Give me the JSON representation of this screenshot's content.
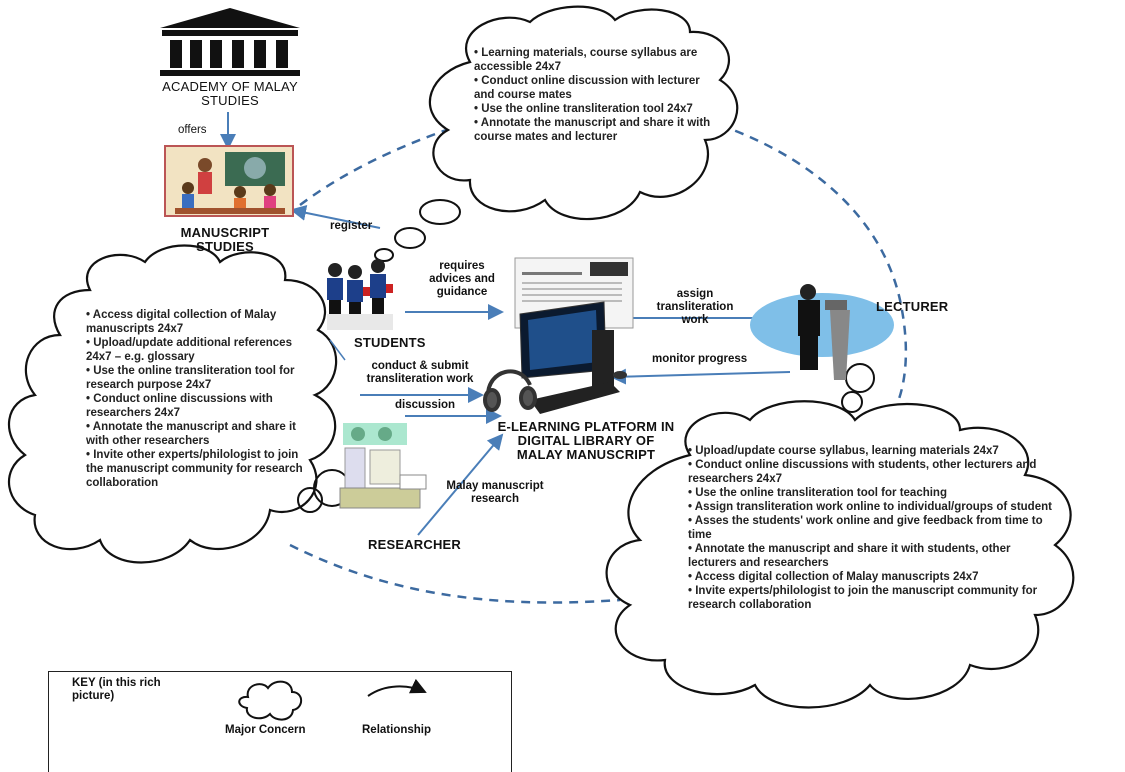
{
  "academy": {
    "name": "ACADEMY OF MALAY STUDIES"
  },
  "manuscript_studies": {
    "name": "MANUSCRIPT STUDIES"
  },
  "actors": {
    "students": "STUDENTS",
    "lecturer": "LECTURER",
    "researcher": "RESEARCHER"
  },
  "platform": {
    "name": "E-LEARNING PLATFORM IN DIGITAL LIBRARY OF MALAY MANUSCRIPT"
  },
  "relations": {
    "offers": "offers",
    "register": "register",
    "requires": "requires advices and guidance",
    "assign": "assign transliteration work",
    "monitor": "monitor progress",
    "conduct": "conduct & submit transliteration work",
    "discussion": "discussion",
    "research": "Malay manuscript research"
  },
  "clouds": {
    "students": [
      "Learning materials, course syllabus are accessible 24x7",
      "Conduct online discussion with lecturer and course mates",
      "Use the online transliteration tool 24x7",
      "Annotate the manuscript and share it with course mates and lecturer"
    ],
    "researcher": [
      "Access digital collection of Malay manuscripts 24x7",
      "Upload/update additional references 24x7 – e.g. glossary",
      "Use the online transliteration tool for  research purpose 24x7",
      "Conduct online discussions with researchers 24x7",
      "Annotate the manuscript and share it with other researchers",
      "Invite other experts/philologist to join the manuscript community for research collaboration"
    ],
    "lecturer": [
      "Upload/update course syllabus, learning materials 24x7",
      "Conduct online discussions with students, other lecturers and researchers 24x7",
      "Use the online transliteration tool for teaching",
      "Assign transliteration work online to individual/groups of student",
      "Asses the students' work online  and give feedback from time to time",
      "Annotate the manuscript and share it with students, other lecturers and researchers",
      "Access digital collection of Malay manuscripts 24x7",
      "Invite experts/philologist to join the manuscript community for  research collaboration"
    ]
  },
  "key": {
    "title": "KEY (in this rich picture)",
    "concern": "Major Concern",
    "relationship": "Relationship"
  },
  "colors": {
    "arrow": "#4a7eb8",
    "dashed": "#3c6aa0",
    "cloud_stroke": "#111111"
  },
  "icons": {
    "academy": "column-building-icon",
    "classroom": "classroom-icon",
    "students": "students-icon",
    "lecturer": "lecturer-podium-icon",
    "researcher": "researcher-icon",
    "computer": "computer-icon",
    "headphones": "headphones-icon"
  }
}
